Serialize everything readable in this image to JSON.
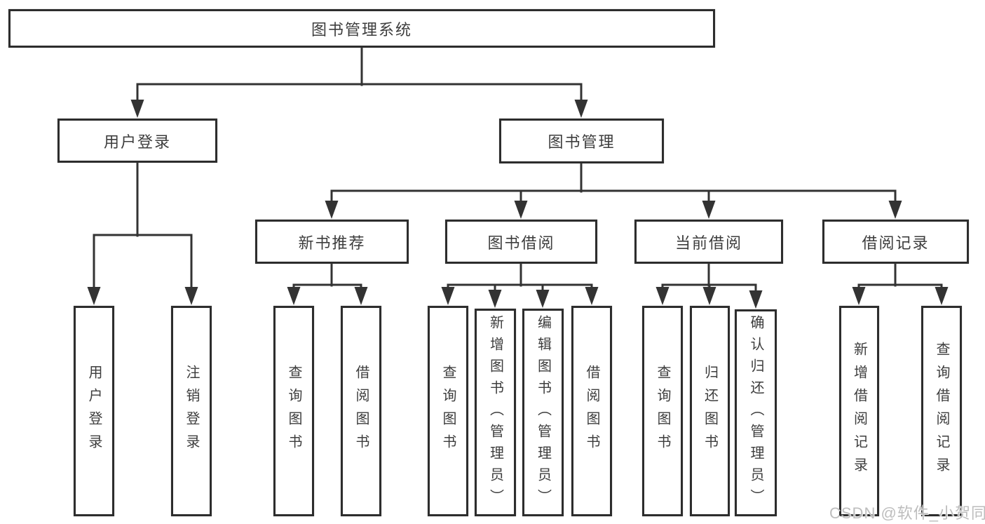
{
  "tree": {
    "label": "图书管理系统",
    "children": [
      {
        "label": "用户登录",
        "children": [
          {
            "label": "用户登录"
          },
          {
            "label": "注销登录"
          }
        ]
      },
      {
        "label": "图书管理",
        "children": [
          {
            "label": "新书推荐",
            "children": [
              {
                "label": "查询图书"
              },
              {
                "label": "借阅图书"
              }
            ]
          },
          {
            "label": "图书借阅",
            "children": [
              {
                "label": "查询图书"
              },
              {
                "label": "新增图书（管理员）"
              },
              {
                "label": "编辑图书（管理员）"
              },
              {
                "label": "借阅图书"
              }
            ]
          },
          {
            "label": "当前借阅",
            "children": [
              {
                "label": "查询图书"
              },
              {
                "label": "归还图书"
              },
              {
                "label": "确认归还（管理员）"
              }
            ]
          },
          {
            "label": "借阅记录",
            "children": [
              {
                "label": "新增借阅记录"
              },
              {
                "label": "查询借阅记录"
              }
            ]
          }
        ]
      }
    ]
  },
  "watermark": {
    "text": "CSDN @软件_小贺同学"
  },
  "colors": {
    "line": "#333333",
    "box_border": "#2d2d2d",
    "text": "#3d3d3d",
    "background": "#ffffff",
    "watermark": "#bdbdbd"
  }
}
